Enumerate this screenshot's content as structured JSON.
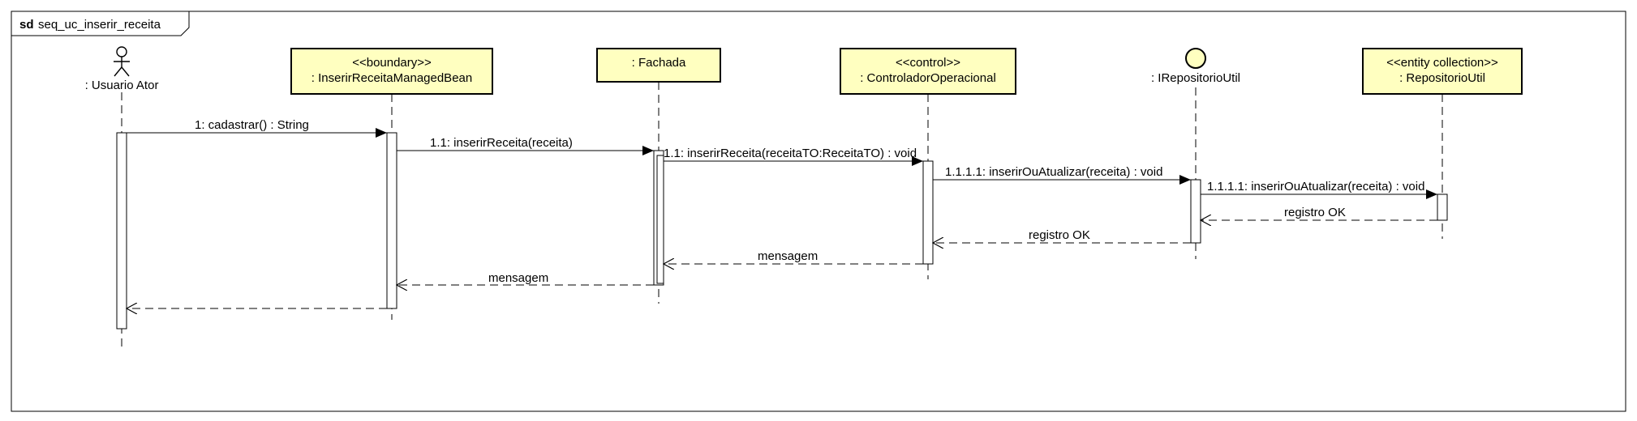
{
  "frame": {
    "keyword": "sd",
    "name": "seq_uc_inserir_receita"
  },
  "colors": {
    "lifeline_fill": "#ffffc0",
    "stroke": "#000000",
    "background": "#ffffff"
  },
  "lifelines": [
    {
      "kind": "actor",
      "icon": "actor-icon",
      "label": ": Usuario Ator"
    },
    {
      "kind": "box",
      "stereotype": "<<boundary>>",
      "label": ": InserirReceitaManagedBean"
    },
    {
      "kind": "box",
      "stereotype": "",
      "label": ": Fachada"
    },
    {
      "kind": "box",
      "stereotype": "<<control>>",
      "label": ": ControladorOperacional"
    },
    {
      "kind": "interface",
      "icon": "interface-circle-icon",
      "label": ": IRepositorioUtil"
    },
    {
      "kind": "box",
      "stereotype": "<<entity collection>>",
      "label": ": RepositorioUtil"
    }
  ],
  "messages": [
    {
      "from": 0,
      "to": 1,
      "type": "sync",
      "label": "1: cadastrar() : String"
    },
    {
      "from": 1,
      "to": 2,
      "type": "sync",
      "label": "1.1: inserirReceita(receita)"
    },
    {
      "from": 2,
      "to": 3,
      "type": "sync",
      "label": "1.1: inserirReceita(receitaTO:ReceitaTO) : void"
    },
    {
      "from": 3,
      "to": 4,
      "type": "sync",
      "label": "1.1.1.1: inserirOuAtualizar(receita) : void"
    },
    {
      "from": 4,
      "to": 5,
      "type": "sync",
      "label": "1.1.1.1: inserirOuAtualizar(receita) : void"
    },
    {
      "from": 5,
      "to": 4,
      "type": "return",
      "label": "registro OK"
    },
    {
      "from": 4,
      "to": 3,
      "type": "return",
      "label": "registro OK"
    },
    {
      "from": 3,
      "to": 2,
      "type": "return",
      "label": "mensagem"
    },
    {
      "from": 2,
      "to": 1,
      "type": "return",
      "label": "mensagem"
    },
    {
      "from": 1,
      "to": 0,
      "type": "return",
      "label": ""
    }
  ]
}
